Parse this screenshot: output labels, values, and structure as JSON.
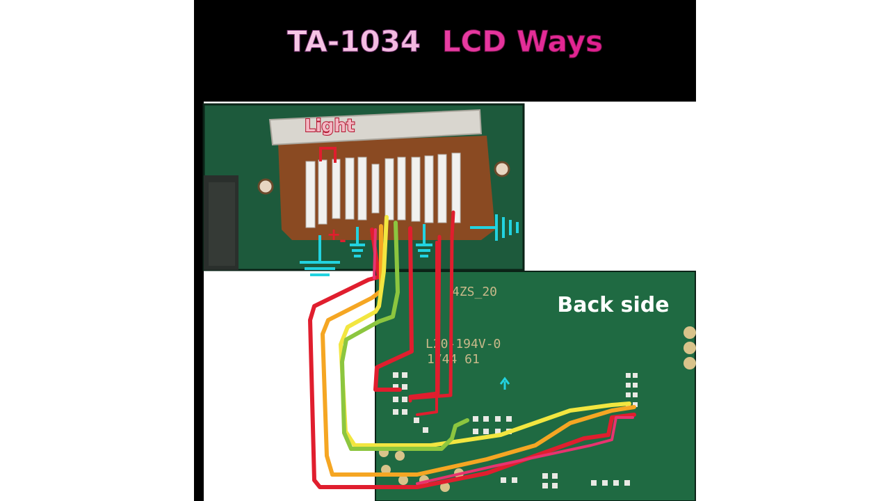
{
  "title": {
    "model": "TA-1034",
    "rest": "LCD Ways"
  },
  "labels": {
    "light": "Light",
    "back_side": "Back side",
    "plus": "+",
    "minus": "-"
  },
  "silkscreen": {
    "line1": "4ZS_20",
    "line2": "L20-194V-0",
    "line3": "1744 61"
  },
  "colors": {
    "background": "#ffffff",
    "title_bar": "#000000",
    "title_model": "#f2a8d8",
    "title_rest": "#e8299a",
    "pcb_green": "#1d5a3c",
    "pcb_dark": "#123b27",
    "connector_copper": "#8a4a22",
    "shield_silver": "#d9d6cf",
    "wire_red": "#e01e2e",
    "wire_pink": "#e8336f",
    "wire_yellow": "#f2e640",
    "wire_orange": "#f5a623",
    "wire_green": "#8cc63f",
    "ground_cyan": "#22d3e0",
    "light_label_fill": "#f4b8c4",
    "light_label_stroke": "#b0102a"
  },
  "icons": {
    "ground": "ground-symbol-icon"
  }
}
